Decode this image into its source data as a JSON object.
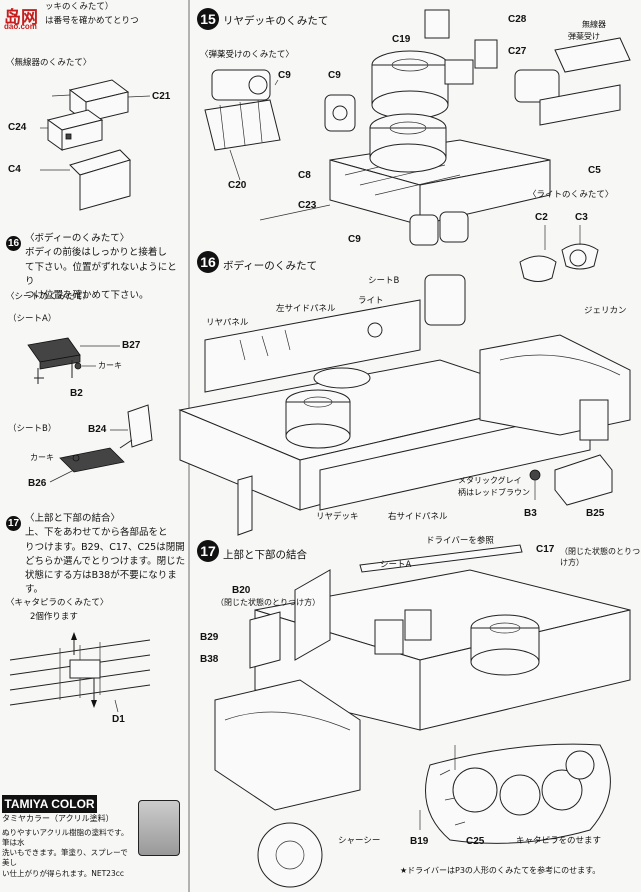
{
  "watermark": {
    "logo": "岛网",
    "url": "dao.com"
  },
  "left_column": {
    "top_cut_text": "ッキのくみたて）",
    "top_cut_note": "は番号を確かめてとりつ",
    "radio_section_title": "〈無線器のくみたて〉",
    "radio_parts": [
      "C21",
      "C24",
      "C4"
    ],
    "step16": {
      "number": "16",
      "title": "〈ボディーのくみたて〉",
      "body": "ボディの前後はしっかりと接着して下さい。位置がずれないようにとりつけ位置を確かめて下さい。",
      "lines": [
        "〈ボディーのくみたて〉",
        "ボディの前後はしっかりと接着し",
        "て下さい。位置がずれないようにとり",
        "つけ位置を確かめて下さい。"
      ]
    },
    "seat_section_title": "〈シートのくみたて〉",
    "seat_a": {
      "title": "（シートA）",
      "parts": [
        "B27",
        "B2"
      ],
      "khaki": "カーキ"
    },
    "seat_b": {
      "title": "（シートB）",
      "parts": [
        "B24",
        "B26"
      ],
      "khaki": "カーキ"
    },
    "step17": {
      "number": "17",
      "lines": [
        "〈上部と下部の結合〉",
        "上、下をあわせてから各部品をと",
        "りつけます。B29、C17、C25は閉開",
        "どちらか選んでとりつけます。閉じた",
        "状態にする方はB38が不要になります。"
      ]
    },
    "track_section_title": "〈キャタピラのくみたて〉",
    "track_note": "2個作ります",
    "track_part": "D1",
    "tamiya": {
      "brand": "TAMIYA COLOR",
      "subtitle": "タミヤカラー（アクリル塗料）",
      "lines": [
        "ぬりやすいアクリル樹脂の塗料です。筆は水",
        "洗いもできます。筆塗り、スプレーで美し",
        "い仕上がりが得られます。NET23cc"
      ]
    }
  },
  "step15": {
    "number": "15",
    "title": "リヤデッキのくみたて",
    "sub_title": "〈弾薬受けのくみたて〉",
    "labels": [
      "C9",
      "C9",
      "C20",
      "C19",
      "C28",
      "C27",
      "C8",
      "C23",
      "C9",
      "無線器",
      "弾薬受け",
      "C5",
      "C2",
      "C3"
    ],
    "light_title": "〈ライトのくみたて〉"
  },
  "step16_main": {
    "number": "16",
    "title": "ボディーのくみたて",
    "labels": {
      "seat_b": "シートB",
      "light": "ライト",
      "left_panel": "左サイドパネル",
      "rear_panel": "リヤパネル",
      "jerrycan": "ジェリカン",
      "rear_deck": "リヤデッキ",
      "right_panel": "右サイドパネル",
      "metallic": "メタリックグレイ",
      "pattern": "柄はレッドブラウン",
      "b3": "B3",
      "b25": "B25"
    }
  },
  "step17_main": {
    "number": "17",
    "title": "上部と下部の結合",
    "labels": {
      "driver": "ドライバーを参照",
      "c17": "C17",
      "c17_note": "（閉じた状態のとりつけ方）",
      "seat_a": "シートA",
      "b20": "B20",
      "b20_note": "（閉じた状態のとりつけ方）",
      "b29": "B29",
      "b38": "B38",
      "chassis": "シャーシー",
      "b19": "B19",
      "c25": "C25",
      "track": "キャタピラをのせます"
    },
    "footnote": "★ドライバーはP3の人形のくみたてを参考にのせます。"
  }
}
